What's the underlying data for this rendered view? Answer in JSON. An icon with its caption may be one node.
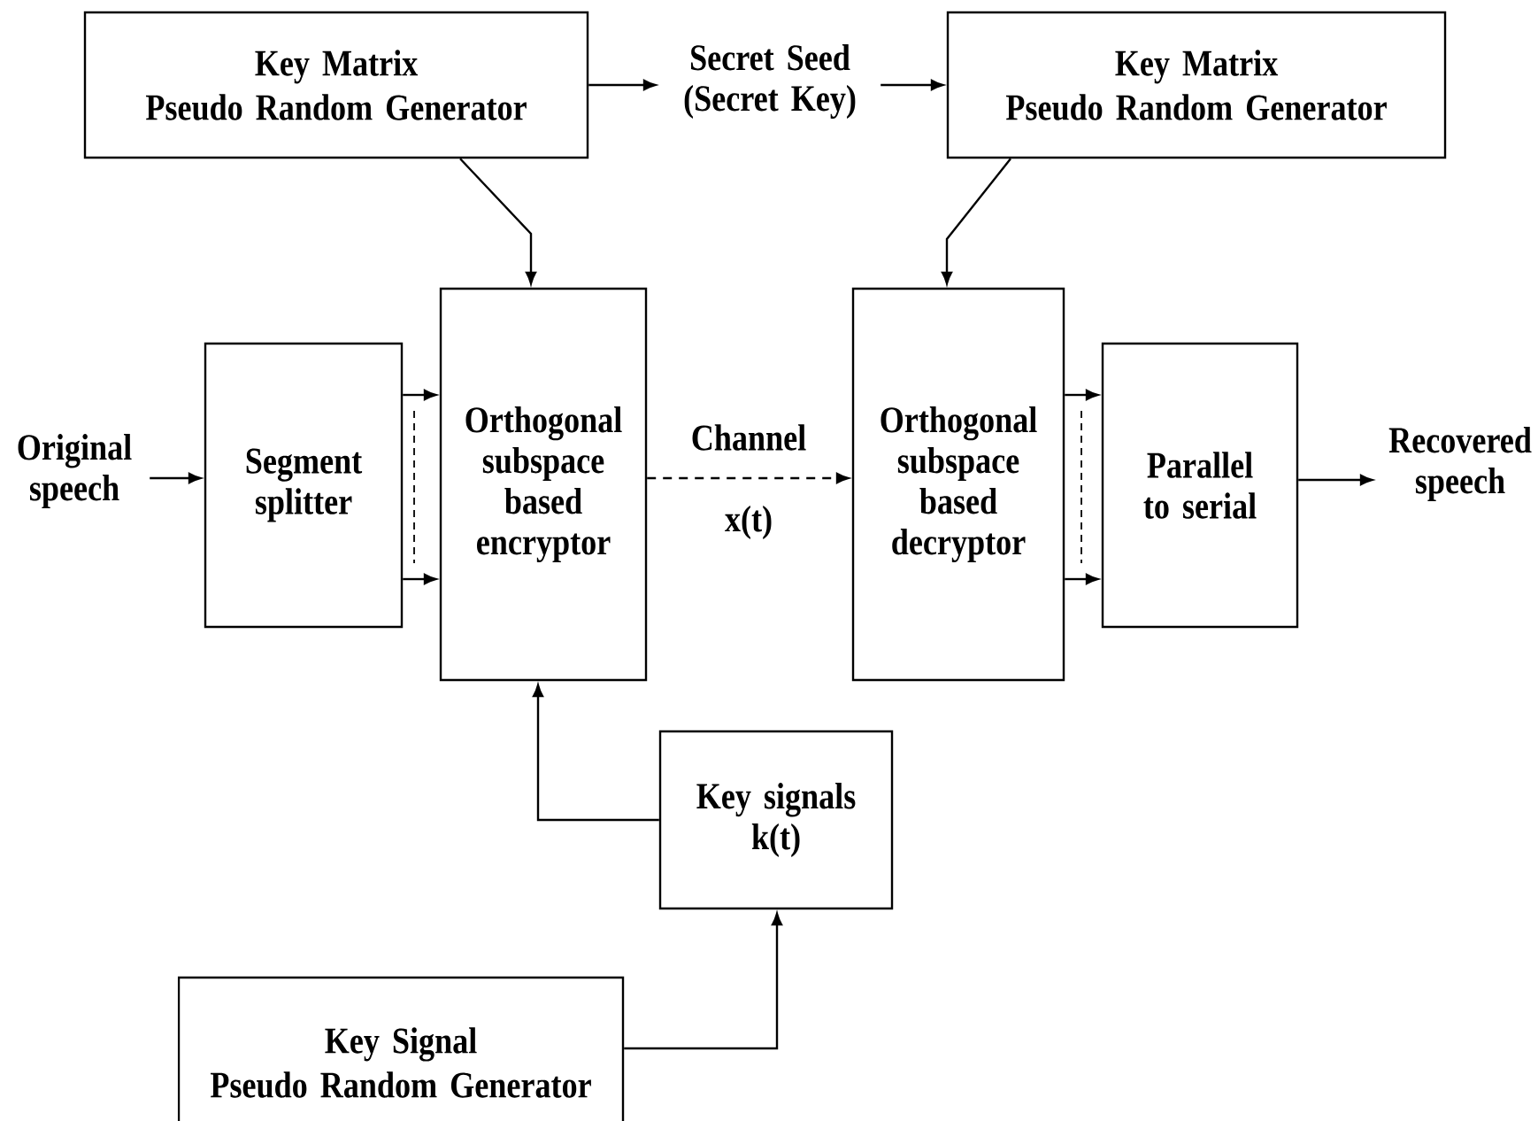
{
  "diagram": {
    "nodes": [
      {
        "text": [
          "Key Matrix",
          "Pseudo Random Generator"
        ]
      },
      {
        "text": [
          "Secret Seed (Secret Key)"
        ]
      },
      {
        "text": [
          "Key Matrix",
          "Pseudo Random Generator"
        ]
      },
      {
        "text": [
          "Original speech"
        ]
      },
      {
        "text": [
          "Segment splitter"
        ]
      },
      {
        "text": [
          "Orthogonal subspace based encryptor"
        ]
      },
      {
        "text": [
          "Orthogonal subspace based decryptor"
        ]
      },
      {
        "text": [
          "Parallel to serial"
        ]
      },
      {
        "text": [
          "Recovered speech"
        ]
      },
      {
        "text": [
          "Key signals k(t)"
        ]
      },
      {
        "text": [
          "Key Signal",
          "Pseudo Random Generator"
        ]
      }
    ],
    "edges": [
      {
        "from": 0,
        "to": 1,
        "arrow": "to"
      },
      {
        "from": 1,
        "to": 2,
        "arrow": "to"
      },
      {
        "from": 0,
        "to": 5,
        "arrow": "to"
      },
      {
        "from": 2,
        "to": 6,
        "arrow": "to"
      },
      {
        "from": 3,
        "to": 4,
        "arrow": "to"
      },
      {
        "from": 4,
        "to": 5,
        "arrow": "to"
      },
      {
        "from": 4,
        "to": 5,
        "arrow": "to"
      },
      {
        "from": 5,
        "to": 6,
        "arrow": "to",
        "style": "dashed",
        "label": "Channel"
      },
      {
        "from": 6,
        "to": 7,
        "arrow": "to"
      },
      {
        "from": 6,
        "to": 7,
        "arrow": "to"
      },
      {
        "from": 7,
        "to": 8,
        "arrow": "to"
      },
      {
        "from": 9,
        "to": 5,
        "arrow": "to"
      },
      {
        "from": 10,
        "to": 9,
        "arrow": "to"
      }
    ],
    "labels": [
      "x(t)"
    ]
  }
}
